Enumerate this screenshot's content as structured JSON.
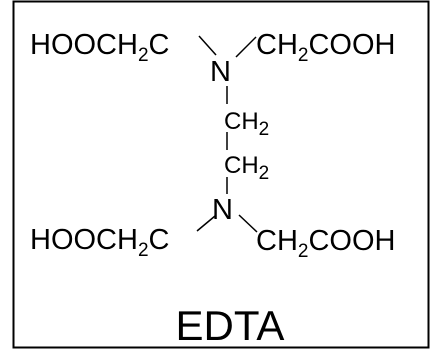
{
  "molecule": {
    "groups": {
      "top_left": {
        "base": "HOOCH",
        "sub": "2",
        "tail": "C"
      },
      "top_right": {
        "base": "CH",
        "sub": "2",
        "tail": "COOH"
      },
      "nitrogen_top": {
        "text": "N"
      },
      "bridge_upper": {
        "base": "CH",
        "sub": "2"
      },
      "bridge_lower": {
        "base": "CH",
        "sub": "2"
      },
      "nitrogen_bottom": {
        "text": "N"
      },
      "bottom_left": {
        "base": "HOOCH",
        "sub": "2",
        "tail": "C"
      },
      "bottom_right": {
        "base": "CH",
        "sub": "2",
        "tail": "COOH"
      }
    },
    "caption": "EDTA"
  },
  "colors": {
    "background": "#ffffff",
    "ink": "#000000"
  }
}
